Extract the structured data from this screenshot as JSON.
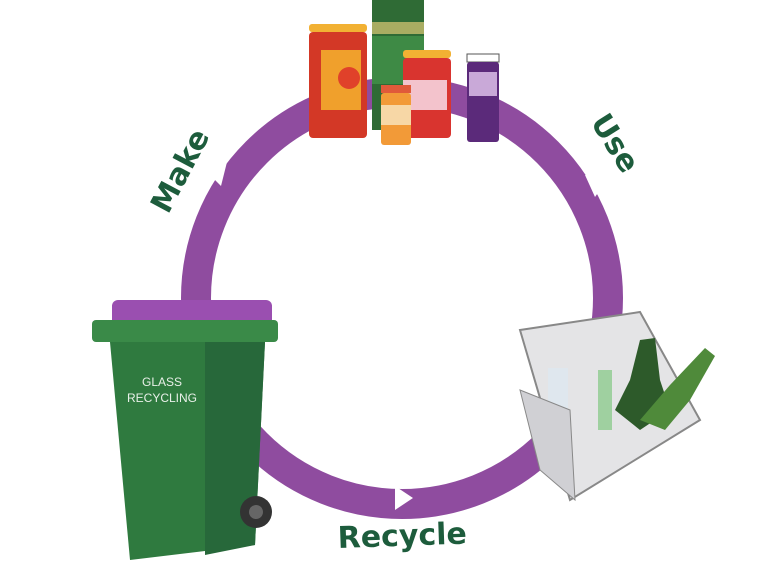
{
  "colors": {
    "cycle": "#8f4c9f",
    "label": "#1d5c3c",
    "bin_body": "#2f7a3f",
    "bin_lid": "#9a4fb0"
  },
  "stages": [
    {
      "label": "Make"
    },
    {
      "label": "Use"
    },
    {
      "label": "Recycle"
    }
  ],
  "bin": {
    "label_line1": "GLASS",
    "label_line2": "RECYCLING"
  }
}
